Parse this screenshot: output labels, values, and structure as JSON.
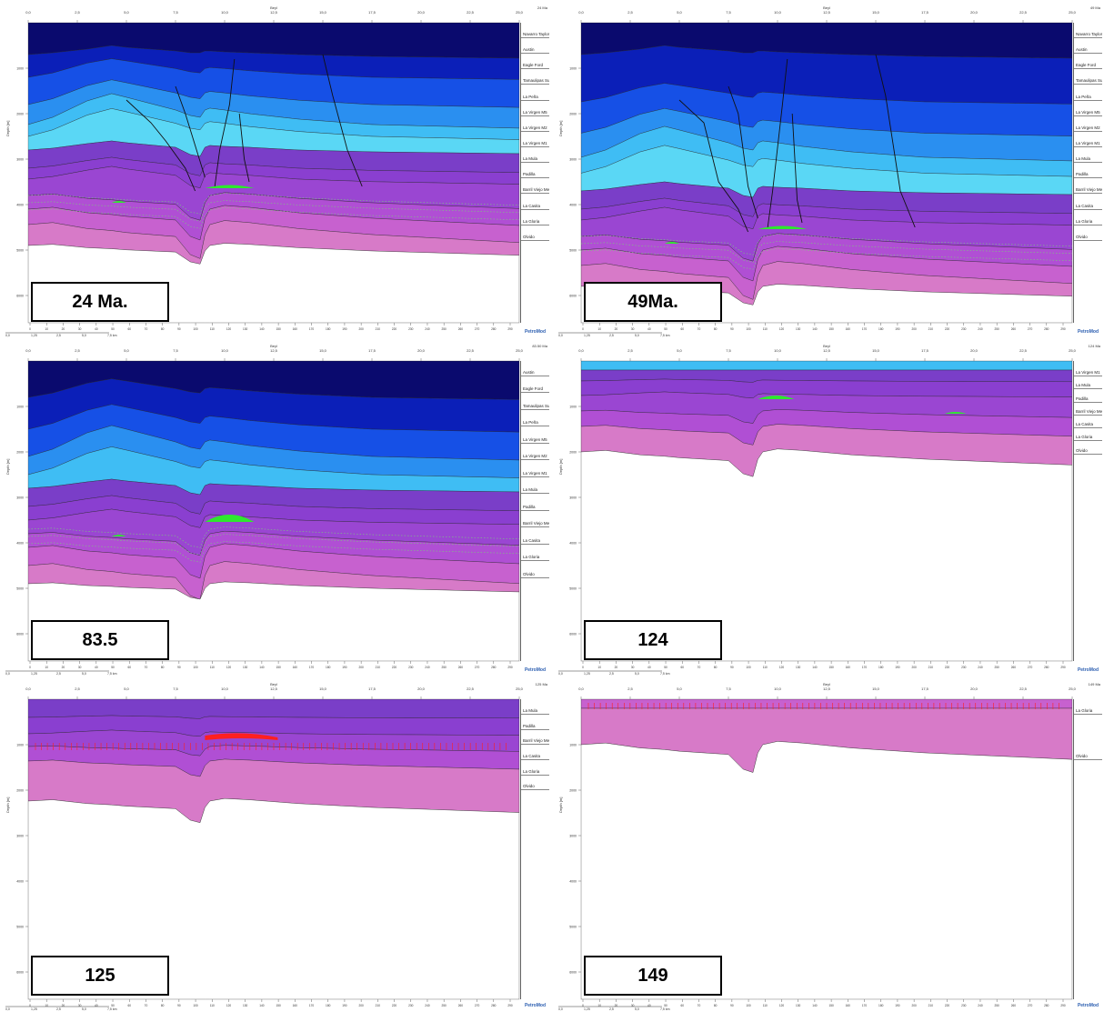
{
  "panels": [
    {
      "label": "24 Ma.",
      "age_stamp": "24 Ma",
      "stage": "full",
      "legend": [
        "Navarro Taylor",
        "Austin",
        "Eagle Ford",
        "Tamaulipas Sup",
        "La Peña",
        "La Virgen M5",
        "La Virgen M2",
        "La Virgen M1",
        "La Mula",
        "Padilla",
        "Barril Viejo Menchaca",
        "La Casita",
        "La Gloria",
        "Olvido"
      ]
    },
    {
      "label": "49Ma.",
      "age_stamp": "49 Ma",
      "stage": "full-deep",
      "legend": [
        "Navarro Taylor",
        "Austin",
        "Eagle Ford",
        "Tamaulipas Sup",
        "La Peña",
        "La Virgen M5",
        "La Virgen M2",
        "La Virgen M1",
        "La Mula",
        "Padilla",
        "Barril Viejo Menchaca",
        "La Casita",
        "La Gloria",
        "Olvido"
      ]
    },
    {
      "label": "83.5",
      "age_stamp": "83.50 Ma",
      "stage": "austin",
      "legend": [
        "Austin",
        "Eagle Ford",
        "Tamaulipas Sup",
        "La Peña",
        "La Virgen M5",
        "La Virgen M2",
        "La Virgen M1",
        "La Mula",
        "Padilla",
        "Barril Viejo Menchaca",
        "La Casita",
        "La Gloria",
        "Olvido"
      ]
    },
    {
      "label": "124",
      "age_stamp": "124 Ma",
      "stage": "virgen",
      "legend": [
        "La Virgen M1",
        "La Mula",
        "Padilla",
        "Barril Viejo Menchaca",
        "La Casita",
        "La Gloria",
        "Olvido"
      ]
    },
    {
      "label": "125",
      "age_stamp": "125 Ma",
      "stage": "mula",
      "legend": [
        "La Mula",
        "Padilla",
        "Barril Viejo Menchaca",
        "La Casita",
        "La Gloria",
        "Olvido"
      ]
    },
    {
      "label": "149",
      "age_stamp": "149 Ma",
      "stage": "gloria",
      "legend": [
        "La Gloria",
        "Olvido"
      ]
    }
  ],
  "axis": {
    "top_ticks": [
      "0,0",
      "2,5",
      "5,0",
      "7,5",
      "10,0",
      "12,5",
      "15,0",
      "17,5",
      "20,0",
      "22,5",
      "25,0"
    ],
    "top_title": "Beyl",
    "depth_ticks": [
      "1000",
      "2000",
      "3000",
      "4000",
      "5000",
      "6000"
    ],
    "depth_title": "Depth [m]",
    "bottom_ticks": [
      "0",
      "10",
      "20",
      "30",
      "40",
      "50",
      "60",
      "70",
      "80",
      "90",
      "100",
      "110",
      "120",
      "130",
      "140",
      "150",
      "160",
      "170",
      "180",
      "190",
      "200",
      "210",
      "220",
      "230",
      "240",
      "250",
      "260",
      "270",
      "280",
      "290"
    ],
    "scale_bar": [
      "0,0",
      "1,25",
      "2,5",
      "5,0",
      "7,5 km"
    ]
  },
  "logo": "PetroMod",
  "colors": {
    "navarro": "#0a0a6e",
    "austin": "#0b1fb8",
    "eagle_ford": "#1650e6",
    "tamaulipas": "#2a8ff0",
    "pena": "#3fbdf4",
    "virgen_m5": "#5ad7f5",
    "virgen_m2": "#7fe7f8",
    "mula_zone": "#7a3ec8",
    "padilla": "#8a3fd0",
    "barril": "#9a46d2",
    "casita": "#b04fd4",
    "gloria": "#c761cf",
    "olvido": "#d77ac8",
    "hydrocarbon": "#2ee82e",
    "red_ticks": "#ff2020",
    "fault": "#111111"
  }
}
